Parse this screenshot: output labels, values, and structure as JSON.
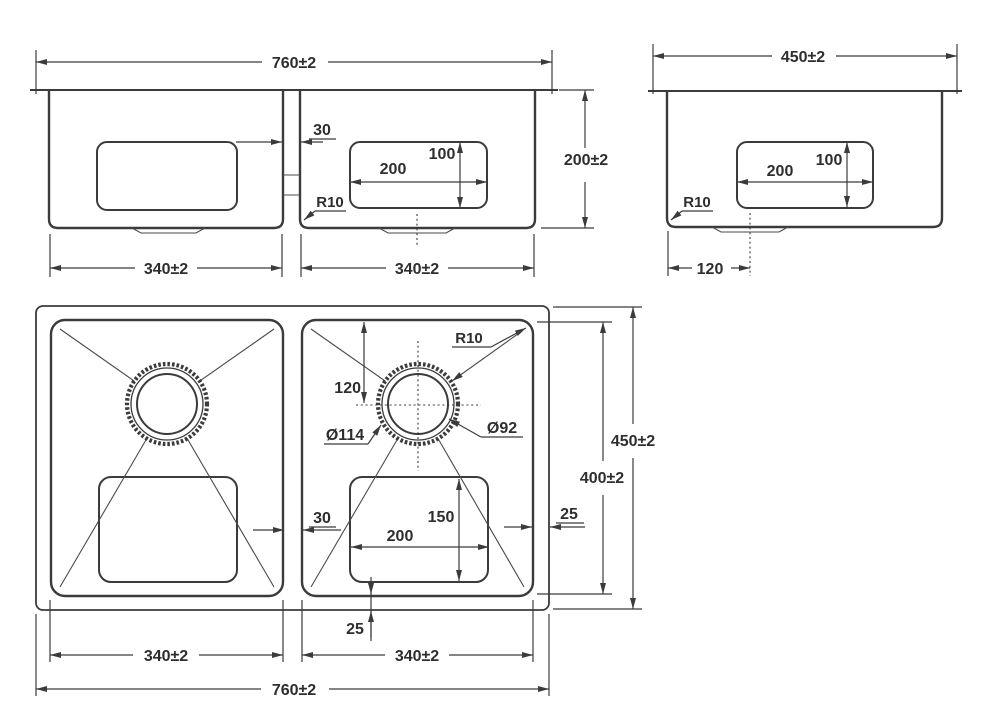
{
  "drawing": {
    "title": "double-bowl-undermount-sink-technical-drawing",
    "colors": {
      "line": "#3b3b3b",
      "text": "#2e2e2e",
      "background": "#ffffff"
    },
    "front_view": {
      "overall_width": "760±2",
      "height": "200±2",
      "left_bowl_width": "340±2",
      "right_bowl_width": "340±2",
      "divider_width": "30",
      "corner_radius": "R10",
      "drain_panel_width": "200",
      "drain_panel_height": "100"
    },
    "side_view": {
      "overall_depth": "450±2",
      "drain_panel_width": "200",
      "drain_panel_height": "100",
      "corner_radius": "R10",
      "drain_center_offset": "120"
    },
    "plan_view": {
      "overall_width": "760±2",
      "overall_depth": "450±2",
      "bowl_depth": "400±2",
      "left_bowl_width": "340±2",
      "right_bowl_width": "340±2",
      "divider_width": "30",
      "side_margin": "25",
      "bottom_margin": "25",
      "drain_center_offset": "120",
      "drain_outer_diameter": "Ø114",
      "drain_inner_diameter": "Ø92",
      "corner_radius": "R10",
      "drain_recess_width": "200",
      "drain_recess_height": "150"
    }
  }
}
